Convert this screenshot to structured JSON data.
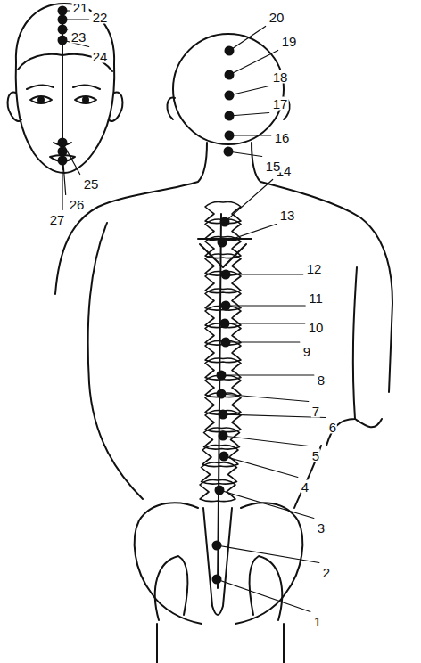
{
  "diagram": {
    "labels": [
      "1",
      "2",
      "3",
      "4",
      "5",
      "6",
      "7",
      "8",
      "9",
      "10",
      "11",
      "12",
      "13",
      "14",
      "15",
      "16",
      "17",
      "18",
      "19",
      "20",
      "21",
      "22",
      "23",
      "24",
      "25",
      "26",
      "27"
    ]
  }
}
